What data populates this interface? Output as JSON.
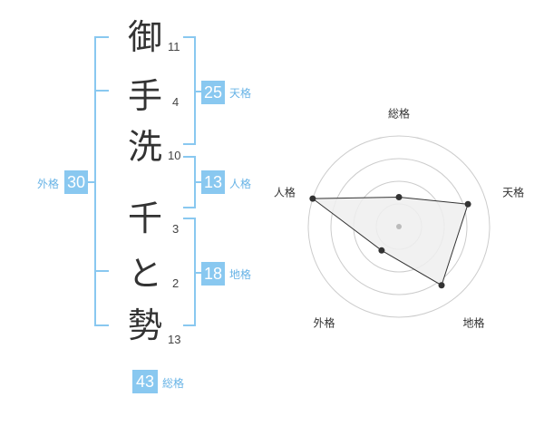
{
  "name": {
    "chars": [
      {
        "char": "御",
        "strokes": "11"
      },
      {
        "char": "手",
        "strokes": "4"
      },
      {
        "char": "洗",
        "strokes": "10"
      },
      {
        "char": "千",
        "strokes": "3"
      },
      {
        "char": "と",
        "strokes": "2"
      },
      {
        "char": "勢",
        "strokes": "13"
      }
    ]
  },
  "kaku": {
    "tenkaku": {
      "value": "25",
      "label": "天格"
    },
    "jinkaku": {
      "value": "13",
      "label": "人格"
    },
    "chikaku": {
      "value": "18",
      "label": "地格"
    },
    "gaikaku": {
      "value": "30",
      "label": "外格"
    },
    "soukaku": {
      "value": "43",
      "label": "総格"
    }
  },
  "chart_data": {
    "type": "radar",
    "axes": [
      "総格",
      "天格",
      "地格",
      "外格",
      "人格"
    ],
    "values": [
      1.3,
      3.2,
      3.2,
      1.3,
      4.0
    ],
    "range": [
      0,
      4
    ],
    "rings": 4,
    "colors": {
      "fill": "#eeeeee",
      "line": "#333333",
      "grid": "#cccccc",
      "point": "#333333"
    }
  },
  "colors": {
    "accent": "#89c8f0",
    "accent_text": "#67b3e6"
  }
}
